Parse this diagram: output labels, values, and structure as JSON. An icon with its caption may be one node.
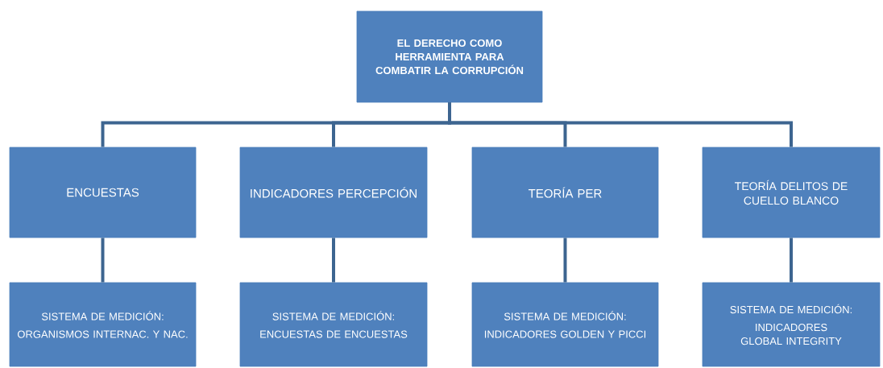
{
  "diagram": {
    "nodes": [
      {
        "text": [
          "EL DERECHO COMO HERRAMIENTA PARA COMBATIR LA CORRUPCIÓN"
        ]
      },
      {
        "text": [
          "ENCUESTAS"
        ]
      },
      {
        "text": [
          "INDICADORES PERCEPCIÓN"
        ]
      },
      {
        "text": [
          "TEORÍA PER"
        ]
      },
      {
        "text": [
          "TEORÍA DELITOS DE CUELLO BLANCO"
        ]
      },
      {
        "text": [
          "SISTEMA DE MEDICIÓN:",
          "ORGANISMOS INTERNAC. Y NAC."
        ]
      },
      {
        "text": [
          "SISTEMA DE MEDICIÓN:",
          "ENCUESTAS DE ENCUESTAS"
        ]
      },
      {
        "text": [
          "SISTEMA DE MEDICIÓN:",
          "INDICADORES GOLDEN Y PICCI"
        ]
      },
      {
        "text": [
          "SISTEMA DE MEDICIÓN:",
          "INDICADORES GLOBAL INTEGRITY"
        ]
      }
    ],
    "edges": [
      {
        "from": 0,
        "to": 1,
        "arrow": "none"
      },
      {
        "from": 0,
        "to": 2,
        "arrow": "none"
      },
      {
        "from": 0,
        "to": 3,
        "arrow": "none"
      },
      {
        "from": 0,
        "to": 4,
        "arrow": "none"
      },
      {
        "from": 1,
        "to": 5,
        "arrow": "none"
      },
      {
        "from": 2,
        "to": 6,
        "arrow": "none"
      },
      {
        "from": 3,
        "to": 7,
        "arrow": "none"
      },
      {
        "from": 4,
        "to": 8,
        "arrow": "none"
      }
    ]
  }
}
